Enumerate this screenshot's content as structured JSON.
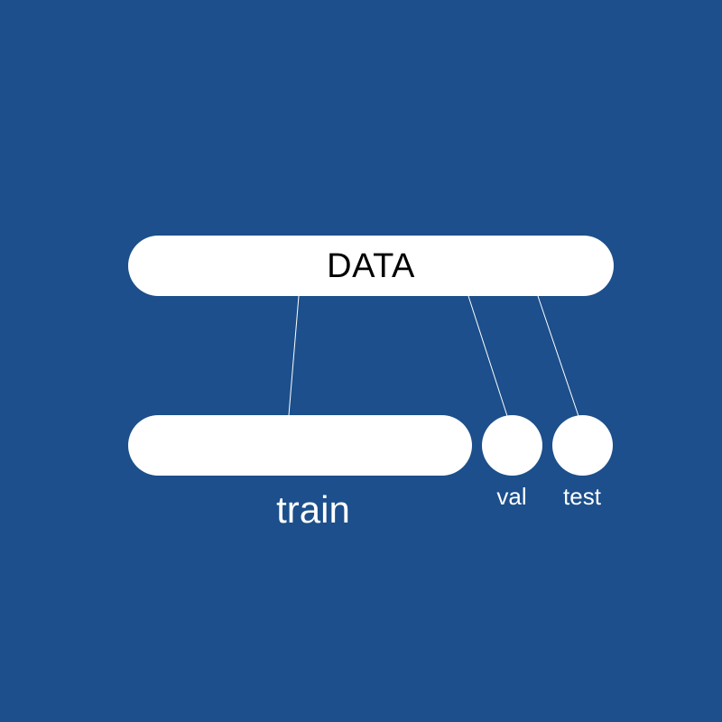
{
  "diagram": {
    "source": {
      "label": "DATA"
    },
    "splits": [
      {
        "label": "train"
      },
      {
        "label": "val"
      },
      {
        "label": "test"
      }
    ]
  },
  "colors": {
    "background": "#1c4f8b",
    "shape_fill": "#ffffff",
    "source_text": "#000000",
    "split_text": "#ffffff",
    "connector": "#ffffff"
  }
}
